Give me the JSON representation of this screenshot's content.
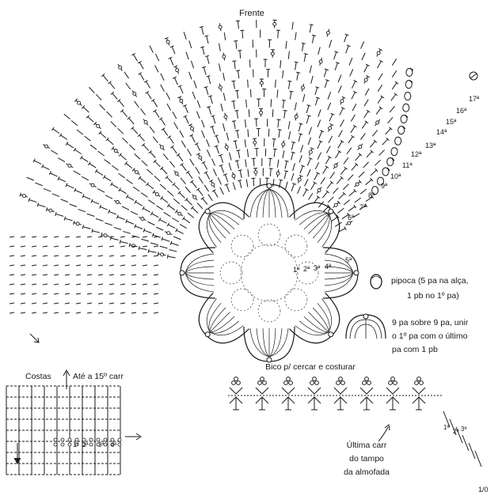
{
  "labels": {
    "frente": "Frente",
    "costas": "Costas",
    "ate": "Até a 15º carr",
    "bico_title": "Bico p/ cercar e costurar",
    "ultima_1": "Última carr",
    "ultima_2": "do tampo",
    "ultima_3": "da almofada",
    "page_number": "1/0"
  },
  "round_numbers": [
    "17ª",
    "16ª",
    "15ª",
    "14ª",
    "13ª",
    "12ª",
    "11ª",
    "10ª",
    "9ª",
    "8ª",
    "7ª",
    "6ª",
    "5ª",
    "4ª",
    "3ª",
    "2ª",
    "1ª"
  ],
  "bico_rounds": [
    "1ª",
    "2ª",
    "3ª"
  ],
  "costas_rounds": [
    "1ª",
    "2ª",
    "3ª",
    "4ª"
  ],
  "legend": [
    {
      "symbol": "popcorn-symbol",
      "lines": [
        "pipoca (5 pa na alça,",
        "1 pb no 1º pa)"
      ]
    },
    {
      "symbol": "shell-symbol",
      "lines": [
        "9 pa sobre 9 pa, unir",
        "o 1º pa com o último",
        "pa com 1 pb"
      ]
    }
  ],
  "colors": {
    "ink": "#1a1a1a",
    "paper": "#ffffff"
  }
}
